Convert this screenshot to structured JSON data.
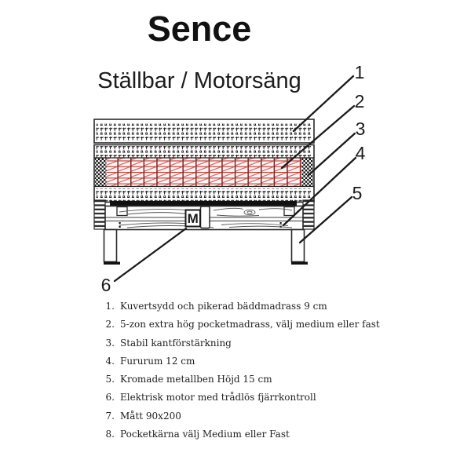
{
  "page": {
    "title": "Sence",
    "subtitle": "Ställbar / Motorsäng"
  },
  "diagram": {
    "motor_label": "M",
    "callouts": [
      "1",
      "2",
      "3",
      "4",
      "5",
      "6"
    ],
    "colors": {
      "line_black": "#1a1a1a",
      "spring_red": "#c13b35",
      "spring_dark_red": "#7e2220",
      "spring_bg": "#fdf4f4"
    }
  },
  "legend": {
    "items": [
      {
        "num": "1.",
        "text": "Kuvertsydd och pikerad bäddmadrass 9 cm"
      },
      {
        "num": "2.",
        "text": "5-zon extra hög pocketmadrass, välj medium eller fast"
      },
      {
        "num": "3.",
        "text": "Stabil kantförstärkning"
      },
      {
        "num": "4.",
        "text": "Fururum 12 cm"
      },
      {
        "num": "5.",
        "text": "Kromade metallben Höjd 15 cm"
      },
      {
        "num": "6.",
        "text": "Elektrisk motor med trådlös fjärrkontroll"
      },
      {
        "num": "7.",
        "text": "Mått 90x200"
      },
      {
        "num": "8.",
        "text": "Pocketkärna välj  Medium eller Fast"
      }
    ]
  }
}
